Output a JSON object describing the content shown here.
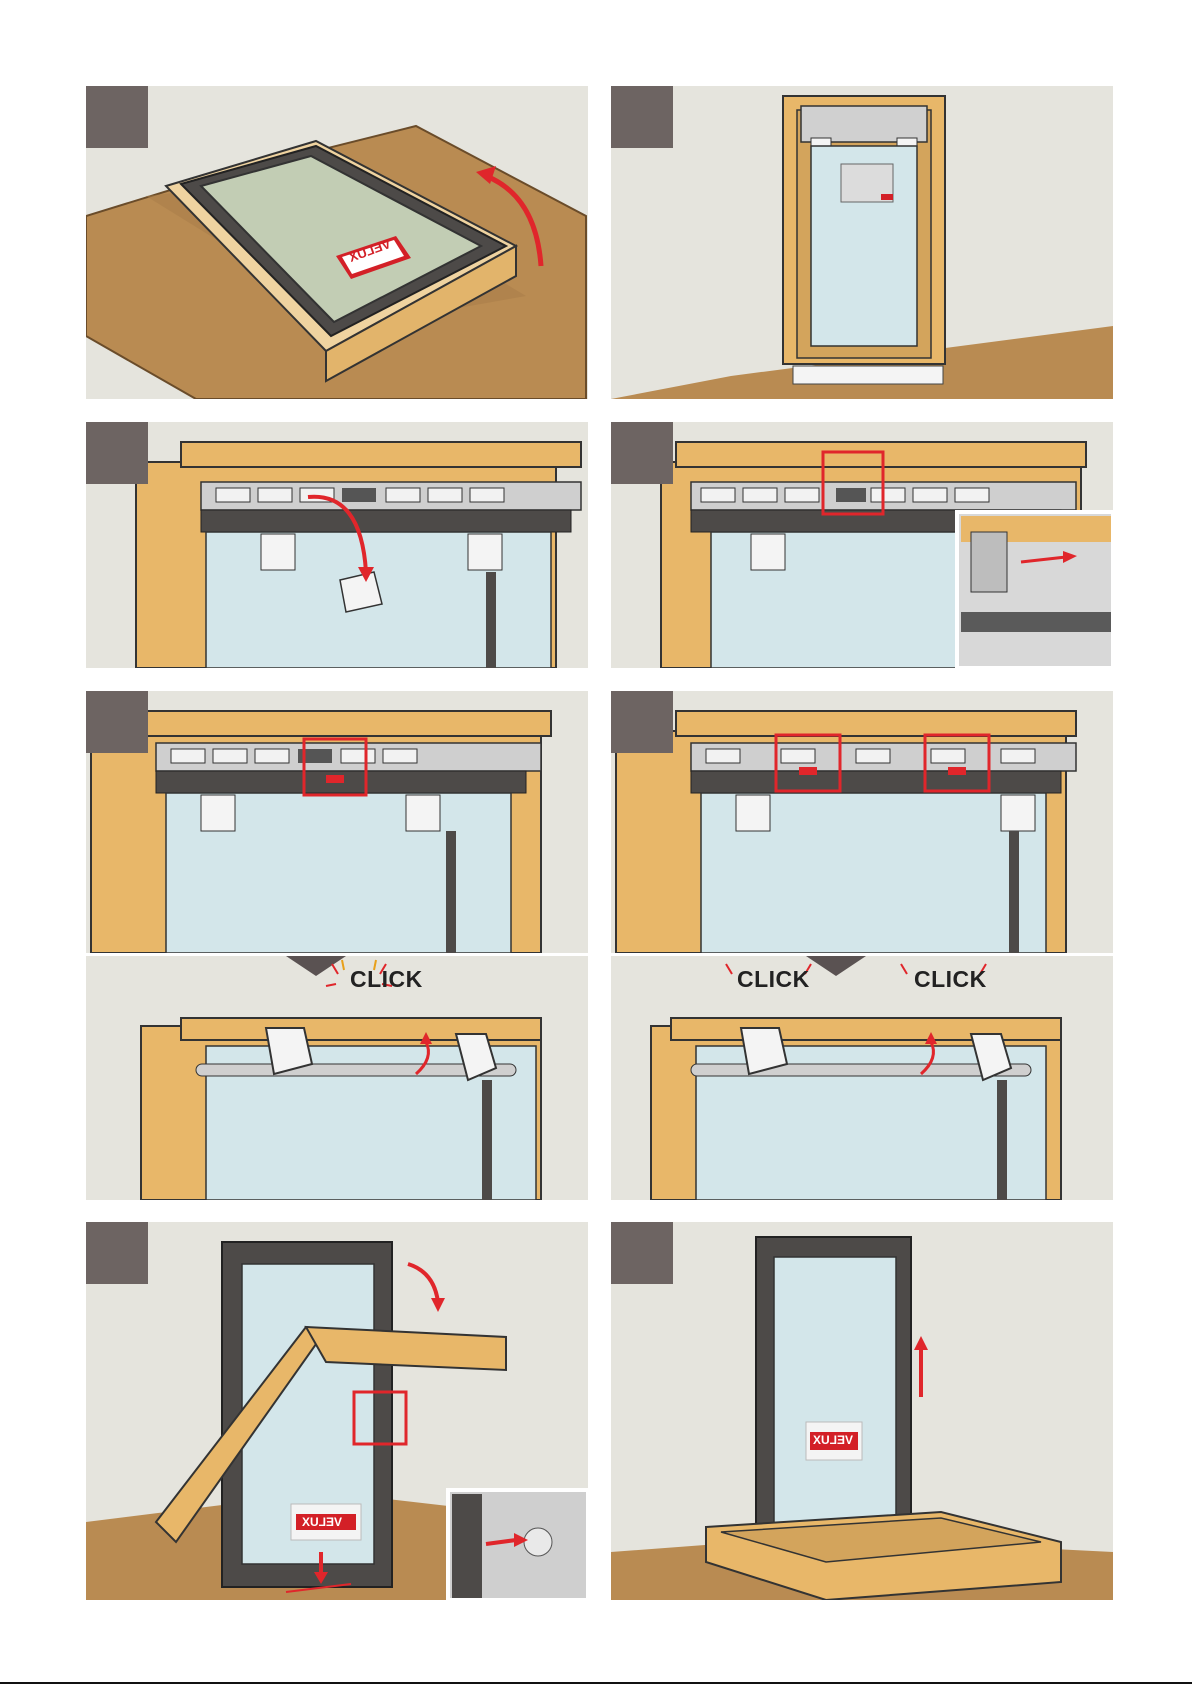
{
  "document": {
    "title": "",
    "brand": "VELUX",
    "sound_word": "CLICK",
    "steps": [
      {
        "id": 1,
        "description": ""
      },
      {
        "id": 2,
        "description": ""
      },
      {
        "id": 3,
        "description": ""
      },
      {
        "id": 4,
        "description": ""
      },
      {
        "id": 5,
        "description": ""
      },
      {
        "id": 6,
        "description": ""
      },
      {
        "id": 7,
        "description": ""
      },
      {
        "id": 8,
        "description": ""
      }
    ]
  },
  "labels": {
    "click_5": "CLICK",
    "click_6a": "CLICK",
    "click_6b": "CLICK",
    "velux_1": "VELUX",
    "velux_7": "VELUX",
    "velux_8": "VELUX"
  },
  "colors": {
    "panel_bg": "#e5e4dd",
    "tab": "#6d6462",
    "arrow_red": "#e0262b",
    "cardboard": "#b98b52",
    "wood": "#e8b769",
    "glass": "#d3e6ea",
    "frame_dark": "#4d4a48",
    "highlight_box": "#e0262b"
  }
}
